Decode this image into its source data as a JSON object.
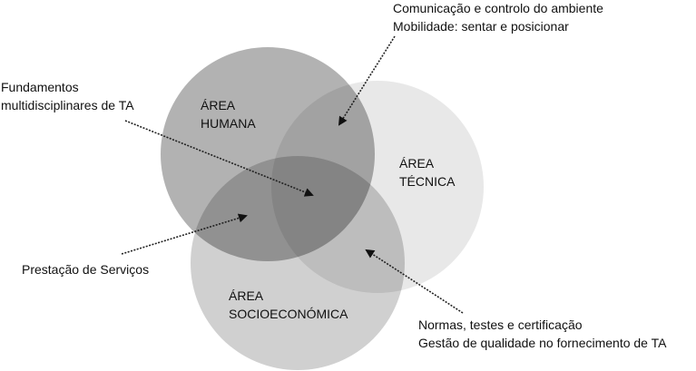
{
  "areas": {
    "human": {
      "line1": "ÁREA",
      "line2": "HUMANA",
      "color": "#b2b2b2"
    },
    "technical": {
      "line1": "ÁREA",
      "line2": "TÉCNICA",
      "color": "#e8e8e8"
    },
    "socio": {
      "line1": "ÁREA",
      "line2": "SOCIOECONÓMICA",
      "color": "#d0d0d0"
    }
  },
  "annotations": {
    "top_right": {
      "line1": "Comunicação e controlo do ambiente",
      "line2": "Mobilidade: sentar e posicionar"
    },
    "left_top": {
      "line1": "Fundamentos",
      "line2": "multidisciplinares de TA"
    },
    "left_bottom": {
      "line1": "Prestação de Serviços"
    },
    "bottom_right": {
      "line1": "Normas, testes e certificação",
      "line2": "Gestão de qualidade no fornecimento de TA"
    }
  }
}
